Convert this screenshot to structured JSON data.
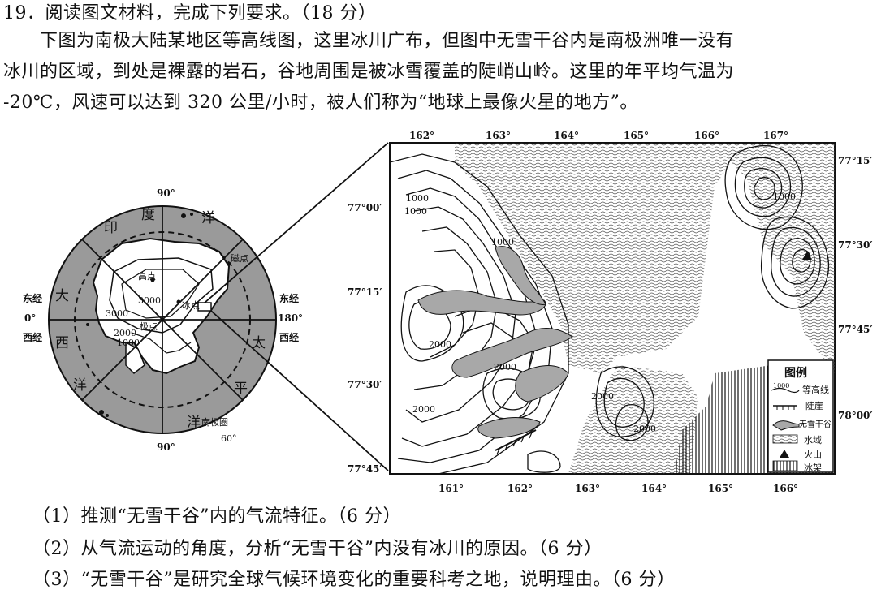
{
  "question": {
    "header": "19．阅读图文材料，完成下列要求。（18 分）",
    "para_line1": "　　下图为南极大陆某地区等高线图，这里冰川广布，但图中无雪干谷内是南极洲唯一没有",
    "para_line2": "冰川的区域，到处是裸露的岩石，谷地周围是被冰雪覆盖的陡峭山岭。这里的年平均气温为",
    "para_line3": "-20℃，风速可以达到 320 公里/小时，被人们称为“地球上最像火星的地方”。",
    "sub1": "（1）推测“无雪干谷”内的气流特征。（6 分）",
    "sub2": "（2）从气流运动的角度，分析“无雪干谷”内没有冰川的原因。（6 分）",
    "sub3": "（3）“无雪干谷”是研究全球气候环境变化的重要科考之地，说明理由。（6 分）"
  },
  "small_map": {
    "lat_top": "90°",
    "lat_bottom": "90°",
    "east0": "东经",
    "zero": "0°",
    "west0": "西经",
    "east180": "东经",
    "deg180": "180°",
    "west180": "西经",
    "ocean_chars": {
      "yin": "印",
      "du": "度",
      "yang1": "洋",
      "da": "大",
      "xi": "西",
      "yang2": "洋",
      "tai": "太",
      "ping": "平",
      "yang3": "洋"
    },
    "circle_60": "60°",
    "polar_circle": "南极圈",
    "magnetic_pole": "磁点",
    "high_point": "高点",
    "cold_point": "冰点",
    "pole": "极点",
    "contour_3000": "3000",
    "contour_2000": "2000",
    "contour_1000": "1000",
    "contour_3000b": "3000"
  },
  "big_map": {
    "top_lon": [
      "162°",
      "163°",
      "164°",
      "165°",
      "166°",
      "167°"
    ],
    "bottom_lon": [
      "161°",
      "162°",
      "163°",
      "164°",
      "165°",
      "166°"
    ],
    "left_lat": [
      "77°00′",
      "77°15′",
      "77°30′",
      "77°45′"
    ],
    "right_lat": [
      "77°15′",
      "77°30′",
      "77°45′",
      "78°00′"
    ],
    "contour_labels": [
      "1000",
      "1000",
      "1000",
      "2000",
      "2000",
      "2000",
      "2000",
      "2000",
      "1000"
    ],
    "legend": {
      "title": "图例",
      "contour_sample": "1000",
      "contour": "等高线",
      "cliff": "陡崖",
      "dry_valley": "无雪干谷",
      "water": "水域",
      "volcano": "火山",
      "ice_shelf": "冰架"
    }
  },
  "colors": {
    "ink": "#111111",
    "gray_fill": "#9a9a9a",
    "valley_fill": "#a8a8a8",
    "paper": "#ffffff"
  }
}
